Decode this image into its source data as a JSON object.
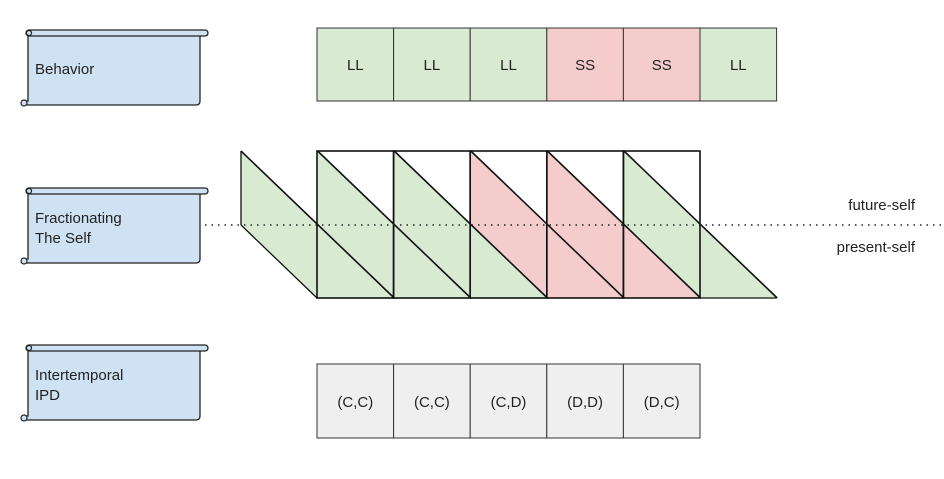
{
  "rows": [
    {
      "label_lines": [
        "Behavior"
      ]
    },
    {
      "label_lines": [
        "Fractionating",
        "The Self"
      ]
    },
    {
      "label_lines": [
        "Intertemporal",
        "IPD"
      ]
    }
  ],
  "behavior": [
    {
      "label": "LL",
      "color": "#d9ead3"
    },
    {
      "label": "LL",
      "color": "#d9ead3"
    },
    {
      "label": "LL",
      "color": "#d9ead3"
    },
    {
      "label": "SS",
      "color": "#f4cccc"
    },
    {
      "label": "SS",
      "color": "#f4cccc"
    },
    {
      "label": "LL",
      "color": "#d9ead3"
    }
  ],
  "selves": [
    "#d9ead3",
    "#d9ead3",
    "#d9ead3",
    "#f4cccc",
    "#f4cccc",
    "#d9ead3"
  ],
  "self_labels": {
    "future": "future-self",
    "present": "present-self"
  },
  "ipd": [
    "(C,C)",
    "(C,C)",
    "(C,D)",
    "(D,D)",
    "(D,C)"
  ],
  "colors": {
    "scroll": "#cfe2f3",
    "ipd": "#efefef"
  }
}
